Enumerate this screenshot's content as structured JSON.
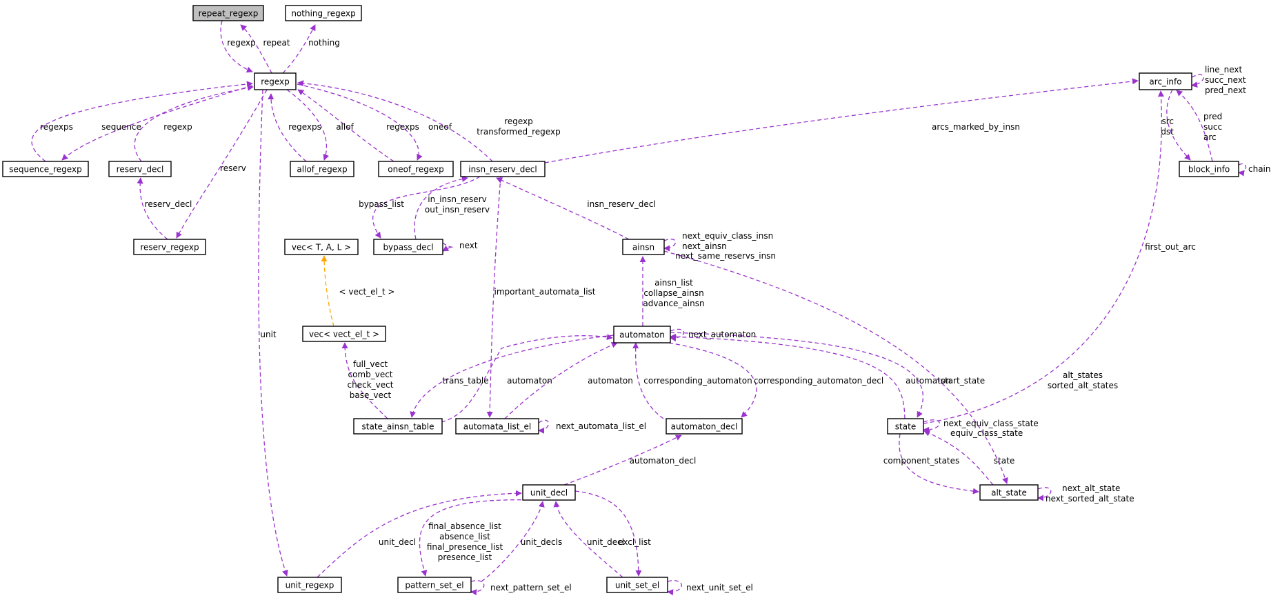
{
  "colors": {
    "purple": "#9a32cd",
    "orange": "#ffa500",
    "node_fill": "#ffffff",
    "focus_fill": "#bfbfbf"
  },
  "nodes": [
    {
      "id": "repeat_regexp",
      "label": "repeat_regexp",
      "focus": true
    },
    {
      "id": "nothing_regexp",
      "label": "nothing_regexp"
    },
    {
      "id": "regexp",
      "label": "regexp"
    },
    {
      "id": "arc_info",
      "label": "arc_info"
    },
    {
      "id": "block_info",
      "label": "block_info"
    },
    {
      "id": "sequence_regexp",
      "label": "sequence_regexp"
    },
    {
      "id": "reserv_decl",
      "label": "reserv_decl"
    },
    {
      "id": "allof_regexp",
      "label": "allof_regexp"
    },
    {
      "id": "oneof_regexp",
      "label": "oneof_regexp"
    },
    {
      "id": "insn_reserv_decl",
      "label": "insn_reserv_decl"
    },
    {
      "id": "reserv_regexp",
      "label": "reserv_regexp"
    },
    {
      "id": "vec_tal",
      "label": "vec< T, A, L >"
    },
    {
      "id": "bypass_decl",
      "label": "bypass_decl"
    },
    {
      "id": "ainsn",
      "label": "ainsn"
    },
    {
      "id": "vec_vect_el",
      "label": "vec< vect_el_t >"
    },
    {
      "id": "automaton",
      "label": "automaton"
    },
    {
      "id": "state_ainsn_table",
      "label": "state_ainsn_table"
    },
    {
      "id": "automata_list_el",
      "label": "automata_list_el"
    },
    {
      "id": "automaton_decl",
      "label": "automaton_decl"
    },
    {
      "id": "state",
      "label": "state"
    },
    {
      "id": "alt_state",
      "label": "alt_state"
    },
    {
      "id": "unit_decl",
      "label": "unit_decl"
    },
    {
      "id": "unit_regexp",
      "label": "unit_regexp"
    },
    {
      "id": "pattern_set_el",
      "label": "pattern_set_el"
    },
    {
      "id": "unit_set_el",
      "label": "unit_set_el"
    }
  ],
  "edges": [
    {
      "from": "regexp",
      "to": "repeat_regexp",
      "label": [
        "repeat"
      ]
    },
    {
      "from": "repeat_regexp",
      "to": "regexp",
      "label": [
        "regexp"
      ]
    },
    {
      "from": "regexp",
      "to": "nothing_regexp",
      "label": [
        "nothing"
      ]
    },
    {
      "from": "sequence_regexp",
      "to": "regexp",
      "label": [
        "regexps"
      ]
    },
    {
      "from": "regexp",
      "to": "sequence_regexp",
      "label": [
        "sequence"
      ]
    },
    {
      "from": "reserv_decl",
      "to": "regexp",
      "label": [
        "regexp"
      ]
    },
    {
      "from": "allof_regexp",
      "to": "regexp",
      "label": [
        "regexps"
      ]
    },
    {
      "from": "regexp",
      "to": "allof_regexp",
      "label": [
        "allof"
      ]
    },
    {
      "from": "oneof_regexp",
      "to": "regexp",
      "label": [
        "regexps"
      ]
    },
    {
      "from": "regexp",
      "to": "oneof_regexp",
      "label": [
        "oneof"
      ]
    },
    {
      "from": "insn_reserv_decl",
      "to": "regexp",
      "label": [
        "regexp",
        "transformed_regexp"
      ]
    },
    {
      "from": "regexp",
      "to": "reserv_regexp",
      "label": [
        "reserv"
      ]
    },
    {
      "from": "regexp",
      "to": "unit_regexp",
      "label": [
        "unit"
      ]
    },
    {
      "from": "reserv_regexp",
      "to": "reserv_decl",
      "label": [
        "reserv_decl"
      ]
    },
    {
      "from": "insn_reserv_decl",
      "to": "arc_info",
      "label": [
        "arcs_marked_by_insn"
      ]
    },
    {
      "from": "arc_info",
      "to": "arc_info",
      "label": [
        "line_next",
        "succ_next",
        "pred_next"
      ]
    },
    {
      "from": "arc_info",
      "to": "block_info",
      "label": [
        "src",
        "dst"
      ]
    },
    {
      "from": "block_info",
      "to": "arc_info",
      "label": [
        "pred",
        "succ",
        "arc"
      ]
    },
    {
      "from": "block_info",
      "to": "block_info",
      "label": [
        "chain"
      ]
    },
    {
      "from": "insn_reserv_decl",
      "to": "bypass_decl",
      "label": [
        "bypass_list"
      ]
    },
    {
      "from": "bypass_decl",
      "to": "insn_reserv_decl",
      "label": [
        "in_insn_reserv",
        "out_insn_reserv"
      ]
    },
    {
      "from": "bypass_decl",
      "to": "bypass_decl",
      "label": [
        "next"
      ]
    },
    {
      "from": "ainsn",
      "to": "insn_reserv_decl",
      "label": [
        "insn_reserv_decl"
      ]
    },
    {
      "from": "ainsn",
      "to": "ainsn",
      "label": [
        "next_equiv_class_insn",
        "next_ainsn",
        "next_same_reservs_insn"
      ]
    },
    {
      "from": "vec_vect_el",
      "to": "vec_tal",
      "label": [
        "< vect_el_t >"
      ],
      "kind": "template"
    },
    {
      "from": "automaton",
      "to": "ainsn",
      "label": [
        "ainsn_list",
        "collapse_ainsn",
        "advance_ainsn"
      ]
    },
    {
      "from": "automaton",
      "to": "automaton",
      "label": [
        "next_automaton"
      ]
    },
    {
      "from": "insn_reserv_decl",
      "to": "automata_list_el",
      "label": [
        "important_automata_list"
      ]
    },
    {
      "from": "state_ainsn_table",
      "to": "vec_vect_el",
      "label": [
        "full_vect",
        "comb_vect",
        "check_vect",
        "base_vect"
      ]
    },
    {
      "from": "automaton",
      "to": "state_ainsn_table",
      "label": [
        "trans_table"
      ]
    },
    {
      "from": "state_ainsn_table",
      "to": "automaton",
      "label": [
        "automaton"
      ]
    },
    {
      "from": "automata_list_el",
      "to": "automaton",
      "label": [
        "automaton"
      ]
    },
    {
      "from": "automata_list_el",
      "to": "automata_list_el",
      "label": [
        "next_automata_list_el"
      ]
    },
    {
      "from": "automaton_decl",
      "to": "automaton",
      "label": [
        "corresponding_automaton"
      ]
    },
    {
      "from": "automaton",
      "to": "automaton_decl",
      "label": [
        "corresponding_automaton_decl"
      ]
    },
    {
      "from": "state",
      "to": "automaton",
      "label": [
        "automaton"
      ]
    },
    {
      "from": "automaton",
      "to": "state",
      "label": [
        "start_state"
      ]
    },
    {
      "from": "ainsn",
      "to": "alt_state",
      "label": [
        "alt_states",
        "sorted_alt_states"
      ]
    },
    {
      "from": "state",
      "to": "arc_info",
      "label": [
        "first_out_arc"
      ]
    },
    {
      "from": "state",
      "to": "state",
      "label": [
        "next_equiv_class_state",
        "equiv_class_state"
      ]
    },
    {
      "from": "state",
      "to": "alt_state",
      "label": [
        "component_states"
      ]
    },
    {
      "from": "alt_state",
      "to": "state",
      "label": [
        "state"
      ]
    },
    {
      "from": "alt_state",
      "to": "alt_state",
      "label": [
        "next_alt_state",
        "next_sorted_alt_state"
      ]
    },
    {
      "from": "unit_decl",
      "to": "automaton_decl",
      "label": [
        "automaton_decl"
      ]
    },
    {
      "from": "unit_regexp",
      "to": "unit_decl",
      "label": [
        "unit_decl"
      ]
    },
    {
      "from": "unit_decl",
      "to": "pattern_set_el",
      "label": [
        "final_absence_list",
        "absence_list",
        "final_presence_list",
        "presence_list"
      ]
    },
    {
      "from": "pattern_set_el",
      "to": "unit_decl",
      "label": [
        "unit_decls"
      ]
    },
    {
      "from": "pattern_set_el",
      "to": "pattern_set_el",
      "label": [
        "next_pattern_set_el"
      ]
    },
    {
      "from": "unit_set_el",
      "to": "unit_decl",
      "label": [
        "unit_decl"
      ]
    },
    {
      "from": "unit_decl",
      "to": "unit_set_el",
      "label": [
        "excl_list"
      ]
    },
    {
      "from": "unit_set_el",
      "to": "unit_set_el",
      "label": [
        "next_unit_set_el"
      ]
    }
  ]
}
